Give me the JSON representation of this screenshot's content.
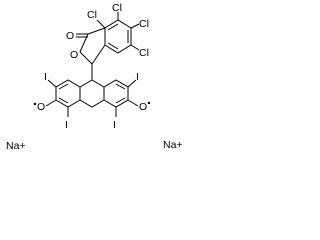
{
  "structure": {
    "atoms": {
      "cl1": "Cl",
      "cl2": "Cl",
      "cl3": "Cl",
      "cl4": "Cl",
      "o_carbonyl": "O",
      "o_ring": "O",
      "i1": "I",
      "i2": "I",
      "i3": "I",
      "i4": "I",
      "o_left": "O",
      "o_right": "O"
    },
    "counterions": [
      "Na+",
      "Na+"
    ]
  }
}
